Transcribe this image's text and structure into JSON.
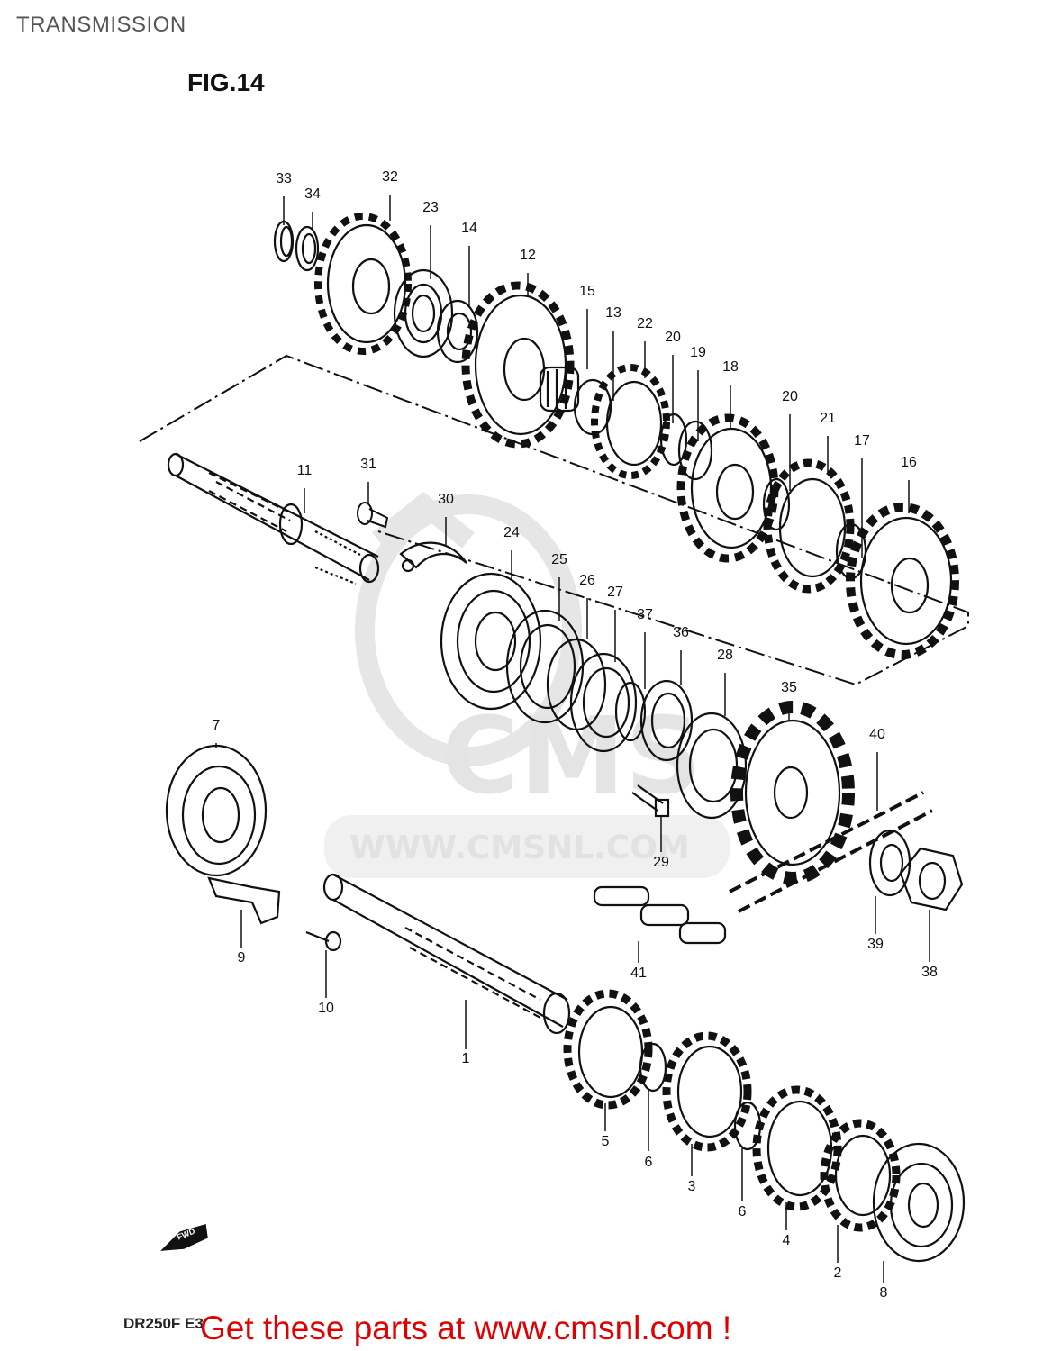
{
  "header": {
    "title": "TRANSMISSION",
    "figure_label": "FIG.14"
  },
  "watermark": {
    "brand": "CMS",
    "url": "WWW.CMSNL.COM"
  },
  "part_numbers": [
    "1",
    "2",
    "3",
    "4",
    "5",
    "6",
    "6",
    "7",
    "8",
    "9",
    "10",
    "11",
    "12",
    "13",
    "14",
    "15",
    "16",
    "17",
    "18",
    "19",
    "20",
    "20",
    "21",
    "22",
    "23",
    "24",
    "25",
    "26",
    "27",
    "28",
    "29",
    "30",
    "31",
    "32",
    "33",
    "34",
    "35",
    "36",
    "37",
    "38",
    "39",
    "40",
    "41"
  ],
  "fwd_label": "FWD",
  "footer": {
    "model_code": "DR250F E3",
    "banner_text": "Get these parts at www.cmsnl.com !"
  },
  "colors": {
    "line": "#111111",
    "banner": "#e00000",
    "watermark": "#e2e2e2",
    "title": "#555555"
  }
}
